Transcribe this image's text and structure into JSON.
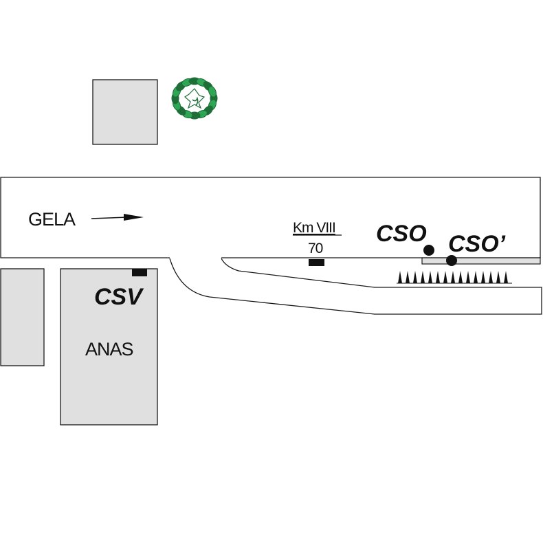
{
  "map": {
    "direction_label": "GELA",
    "kilometre_label": "Km VIII",
    "kilometre_number": "70",
    "building_label": "ANAS",
    "sites": {
      "csv": "CSV",
      "cso": "CSO",
      "cso_prime": "CSO’"
    },
    "icons": {
      "tree": "tree-icon",
      "arrow": "arrow-right-icon",
      "marker": "site-marker-icon",
      "milestone": "milestone-icon"
    },
    "colors": {
      "building_fill": "#e0e0e0",
      "outline": "#1a1a1a",
      "tree_dark": "#1e6e38",
      "tree_light": "#2fa654",
      "marker": "#111111",
      "sidewalk_fill": "#e0e0e0"
    }
  }
}
